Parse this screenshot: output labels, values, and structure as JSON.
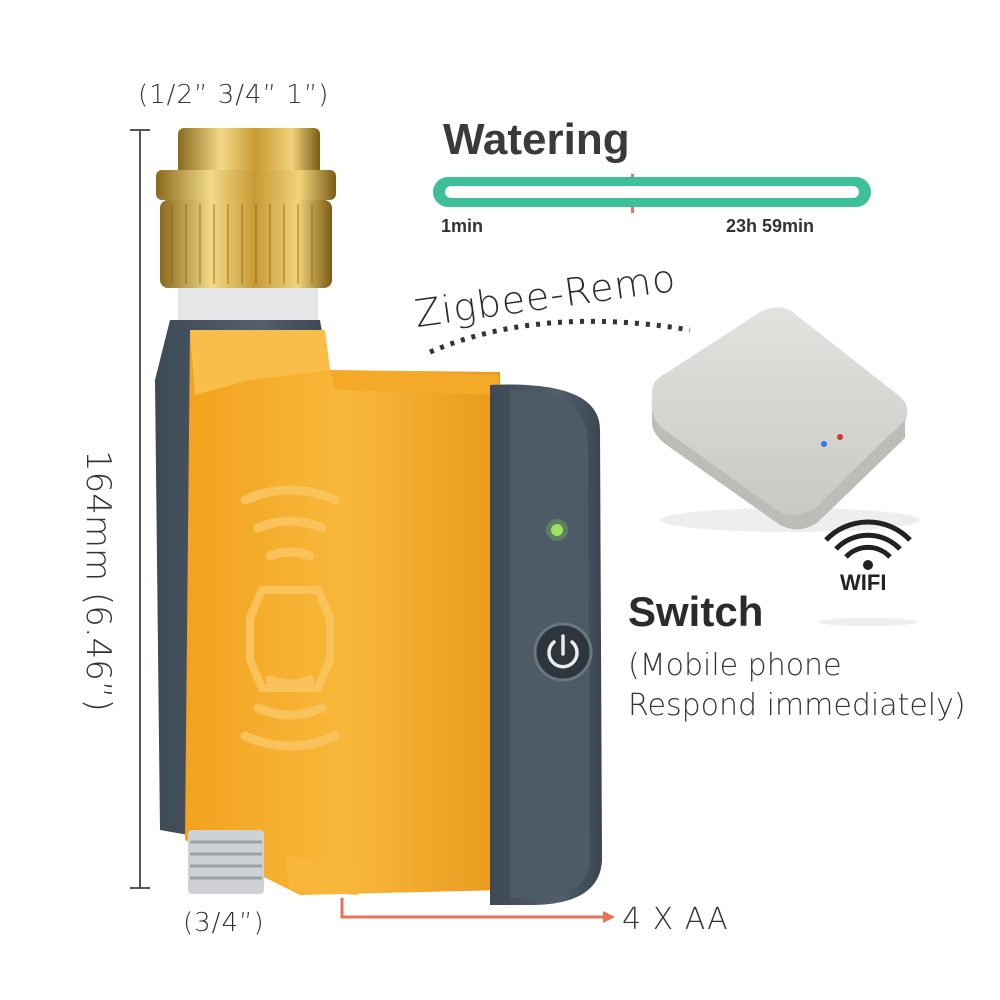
{
  "labels": {
    "inlet_sizes": "(1/2” 3/4” 1”)",
    "outlet_size": "(3/4”)",
    "height": "164mm (6.46”)",
    "battery": "4 X AA",
    "zigbee": "Zigbee-Remo",
    "wifi": "WIFI"
  },
  "watering": {
    "title": "Watering",
    "min_label": "1min",
    "max_label": "23h 59min",
    "track_color": "#3dbf9a"
  },
  "switch": {
    "title": "Switch",
    "line1": "(Mobile phone",
    "line2": "Respond immediately)"
  },
  "icons": [
    "power-icon",
    "wifi-icon",
    "signal-waves-icon"
  ],
  "colors": {
    "body_yellow": "#f6ad2c",
    "body_slate": "#4b5966",
    "brass": "#d9b24a",
    "hub_gray": "#d4d4d0",
    "accent_arrow": "#e8735a",
    "led_green": "#9be45a"
  }
}
